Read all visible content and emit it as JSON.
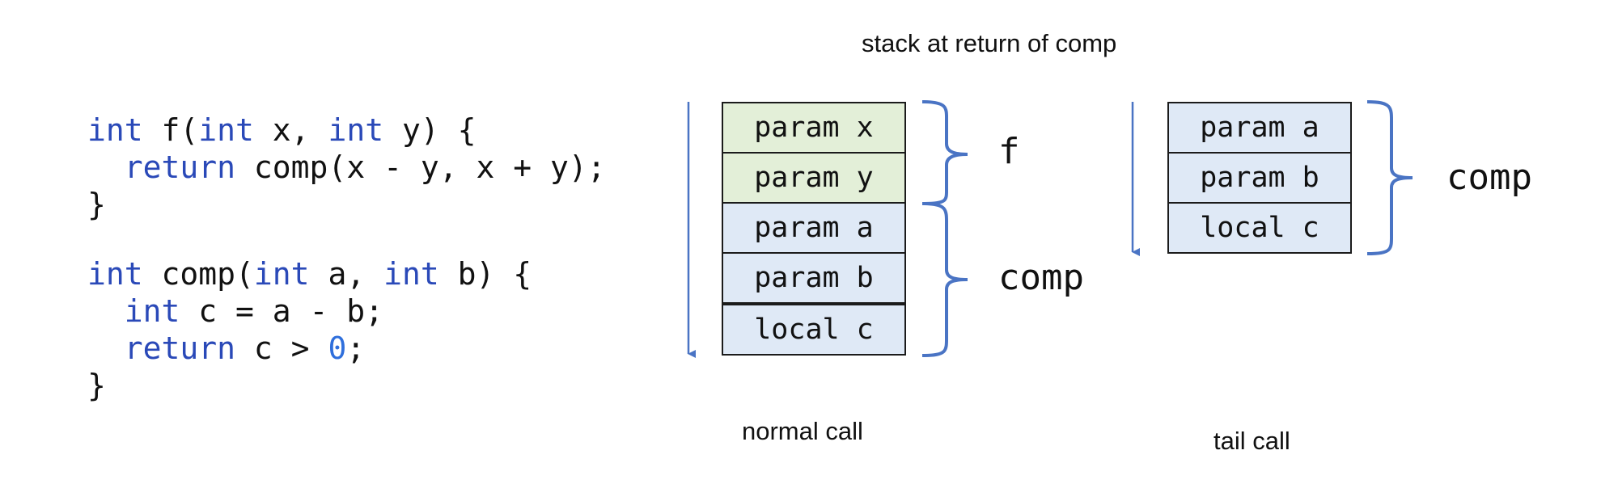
{
  "code": {
    "lines": [
      [
        {
          "t": "int",
          "c": "kw"
        },
        {
          "t": " f(",
          "c": ""
        },
        {
          "t": "int",
          "c": "kw"
        },
        {
          "t": " x, ",
          "c": ""
        },
        {
          "t": "int",
          "c": "kw"
        },
        {
          "t": " y) {",
          "c": ""
        }
      ],
      [
        {
          "t": "  ",
          "c": ""
        },
        {
          "t": "return",
          "c": "kw"
        },
        {
          "t": " comp(x - y, x + y);",
          "c": ""
        }
      ],
      [
        {
          "t": "}",
          "c": ""
        }
      ],
      null,
      [
        {
          "t": "int",
          "c": "kw"
        },
        {
          "t": " comp(",
          "c": ""
        },
        {
          "t": "int",
          "c": "kw"
        },
        {
          "t": " a, ",
          "c": ""
        },
        {
          "t": "int",
          "c": "kw"
        },
        {
          "t": " b) {",
          "c": ""
        }
      ],
      [
        {
          "t": "  ",
          "c": ""
        },
        {
          "t": "int",
          "c": "kw"
        },
        {
          "t": " c = a - b;",
          "c": ""
        }
      ],
      [
        {
          "t": "  ",
          "c": ""
        },
        {
          "t": "return",
          "c": "kw"
        },
        {
          "t": " c > ",
          "c": ""
        },
        {
          "t": "0",
          "c": "num"
        },
        {
          "t": ";",
          "c": ""
        }
      ],
      [
        {
          "t": "}",
          "c": ""
        }
      ]
    ]
  },
  "title": "stack at return of comp",
  "normal_call": {
    "caption": "normal call",
    "cells": [
      "param x",
      "param y",
      "param a",
      "param b",
      "local c"
    ],
    "frames": [
      "f",
      "comp"
    ]
  },
  "tail_call": {
    "caption": "tail call",
    "cells": [
      "param a",
      "param b",
      "local c"
    ],
    "frames": [
      "comp"
    ]
  },
  "colors": {
    "keyword": "#2a49b8",
    "number": "#2f6fdc",
    "f_frame_fill": "#e3efd8",
    "comp_frame_fill": "#dfe9f6",
    "arrow_and_brace": "#4a74c4"
  }
}
